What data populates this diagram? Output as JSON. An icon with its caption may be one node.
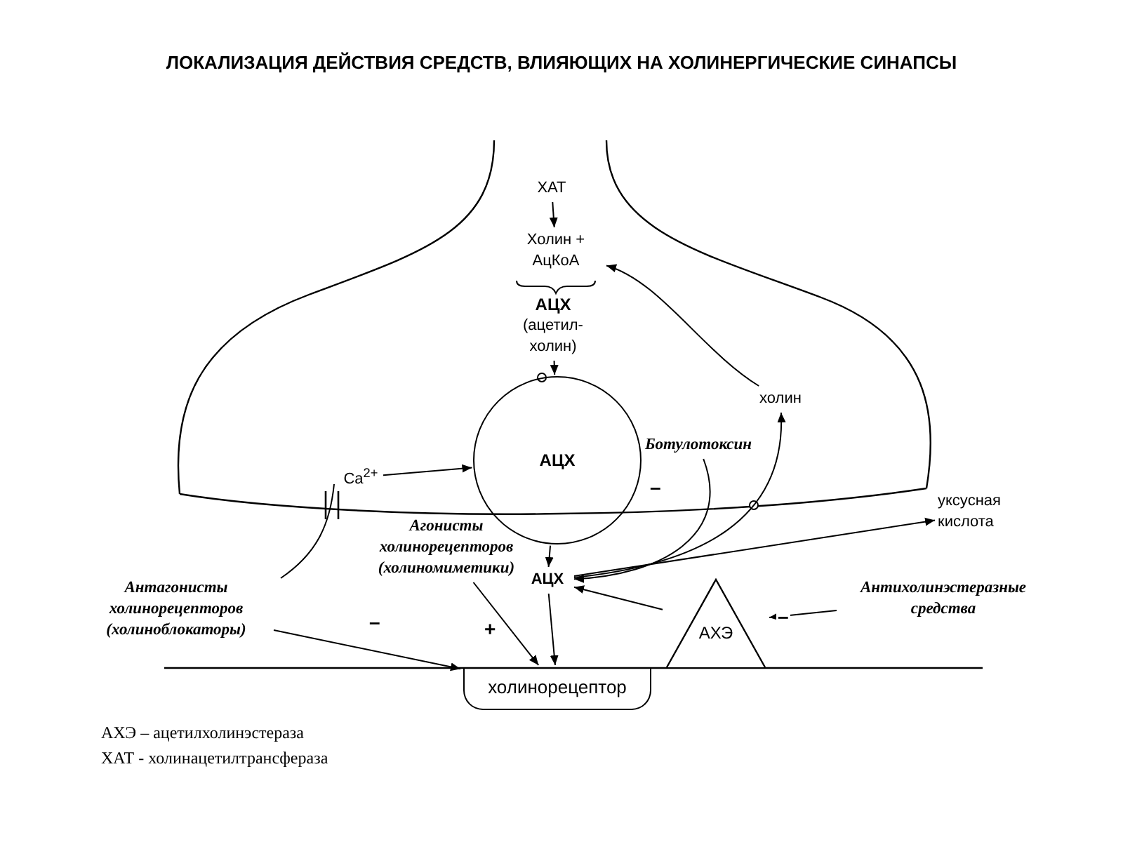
{
  "diagram": {
    "title": "ЛОКАЛИЗАЦИЯ ДЕЙСТВИЯ СРЕДСТВ, ВЛИЯЮЩИХ НА ХОЛИНЕРГИЧЕСКИЕ СИНАПСЫ",
    "nodes": [
      {
        "text": [
          "ХАТ"
        ]
      },
      {
        "text": [
          "Холин + АцКоА"
        ]
      },
      {
        "text": [
          "АЦХ",
          "(ацетил-холин)"
        ]
      },
      {
        "text": [
          "АЦХ"
        ]
      },
      {
        "text": [
          "Ca$^{2+}$"
        ]
      },
      {
        "text": [
          "Ботулотоксин"
        ]
      },
      {
        "text": [
          "холин"
        ]
      },
      {
        "text": [
          "АЦХ"
        ]
      },
      {
        "text": [
          "уксусная кислота"
        ]
      },
      {
        "text": [
          "Агонисты холинорецепторов (холиномиметики)"
        ]
      },
      {
        "text": [
          "Антагонисты холинорецепторов (холиноблокаторы)"
        ]
      },
      {
        "text": [
          "АХЭ"
        ]
      },
      {
        "text": [
          "Антихолинэстеразные средства"
        ]
      },
      {
        "text": [
          "холинорецептор"
        ]
      }
    ],
    "edges": [
      {
        "from": 0,
        "to": 1,
        "arrow": "to"
      },
      {
        "from": 2,
        "to": 3,
        "arrow": "to"
      },
      {
        "from": 4,
        "to": 3,
        "arrow": "to"
      },
      {
        "from": 3,
        "to": 7,
        "arrow": "to"
      },
      {
        "from": 5,
        "to": 7,
        "arrow": "to",
        "label": "–"
      },
      {
        "from": 7,
        "to": 8,
        "arrow": "to"
      },
      {
        "from": 7,
        "to": 6,
        "arrow": "to"
      },
      {
        "from": 6,
        "to": 1,
        "arrow": "to"
      },
      {
        "from": 11,
        "to": 7,
        "arrow": "to"
      },
      {
        "from": 12,
        "to": 11,
        "arrow": "to",
        "label": "–"
      },
      {
        "from": 10,
        "to": 13,
        "arrow": "to",
        "label": "–"
      },
      {
        "from": 9,
        "to": 13,
        "arrow": "to",
        "label": "+"
      },
      {
        "from": 7,
        "to": 13,
        "arrow": "to"
      }
    ],
    "labels": [
      "АХЭ – ацетилхолинэстераза",
      "ХАТ - холинацетилтрансфераза"
    ]
  }
}
